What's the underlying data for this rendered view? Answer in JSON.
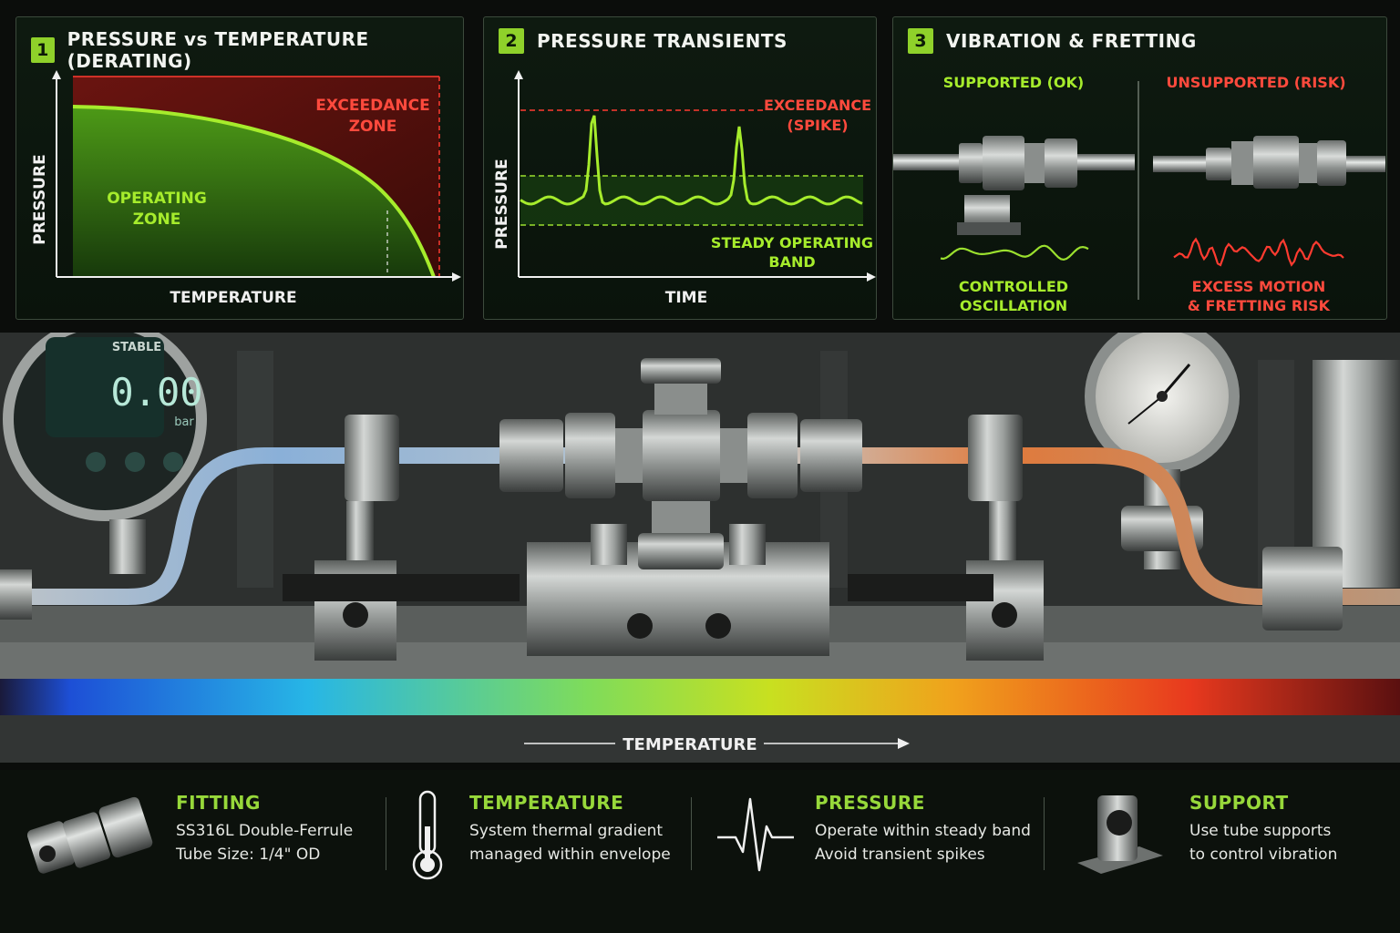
{
  "panels": {
    "p1": {
      "number": "1",
      "title": "PRESSURE vs TEMPERATURE (DERATING)",
      "y_label": "PRESSURE",
      "x_label": "TEMPERATURE",
      "exceed_line1": "EXCEEDANCE",
      "exceed_line2": "ZONE",
      "operate_line1": "OPERATING",
      "operate_line2": "ZONE"
    },
    "p2": {
      "number": "2",
      "title": "PRESSURE TRANSIENTS",
      "y_label": "PRESSURE",
      "x_label": "TIME",
      "exceed_line1": "EXCEEDANCE",
      "exceed_line2": "(SPIKE)",
      "band_line1": "STEADY OPERATING",
      "band_line2": "BAND"
    },
    "p3": {
      "number": "3",
      "title": "VIBRATION & FRETTING",
      "left_head": "SUPPORTED (OK)",
      "right_head": "UNSUPPORTED (RISK)",
      "left_cap1": "CONTROLLED",
      "left_cap2": "OSCILLATION",
      "right_cap1": "EXCESS MOTION",
      "right_cap2": "& FRETTING RISK"
    }
  },
  "scene": {
    "gauge_status": "STABLE",
    "gauge_value": "0.00",
    "gauge_unit": "bar",
    "temp_axis_label": "TEMPERATURE"
  },
  "bottom": {
    "fitting": {
      "head": "FITTING",
      "line1": "SS316L Double-Ferrule",
      "line2": "Tube Size: 1/4\" OD"
    },
    "temperature": {
      "head": "TEMPERATURE",
      "line1": "System thermal gradient",
      "line2": "managed within envelope"
    },
    "pressure": {
      "head": "PRESSURE",
      "line1": "Operate within steady band",
      "line2": "Avoid transient spikes"
    },
    "support": {
      "head": "SUPPORT",
      "line1": "Use tube supports",
      "line2": "to control vibration"
    }
  },
  "colors": {
    "accent_green": "#9be02e",
    "risk_red": "#e8302a",
    "panel_bg": "#0e1a10"
  }
}
